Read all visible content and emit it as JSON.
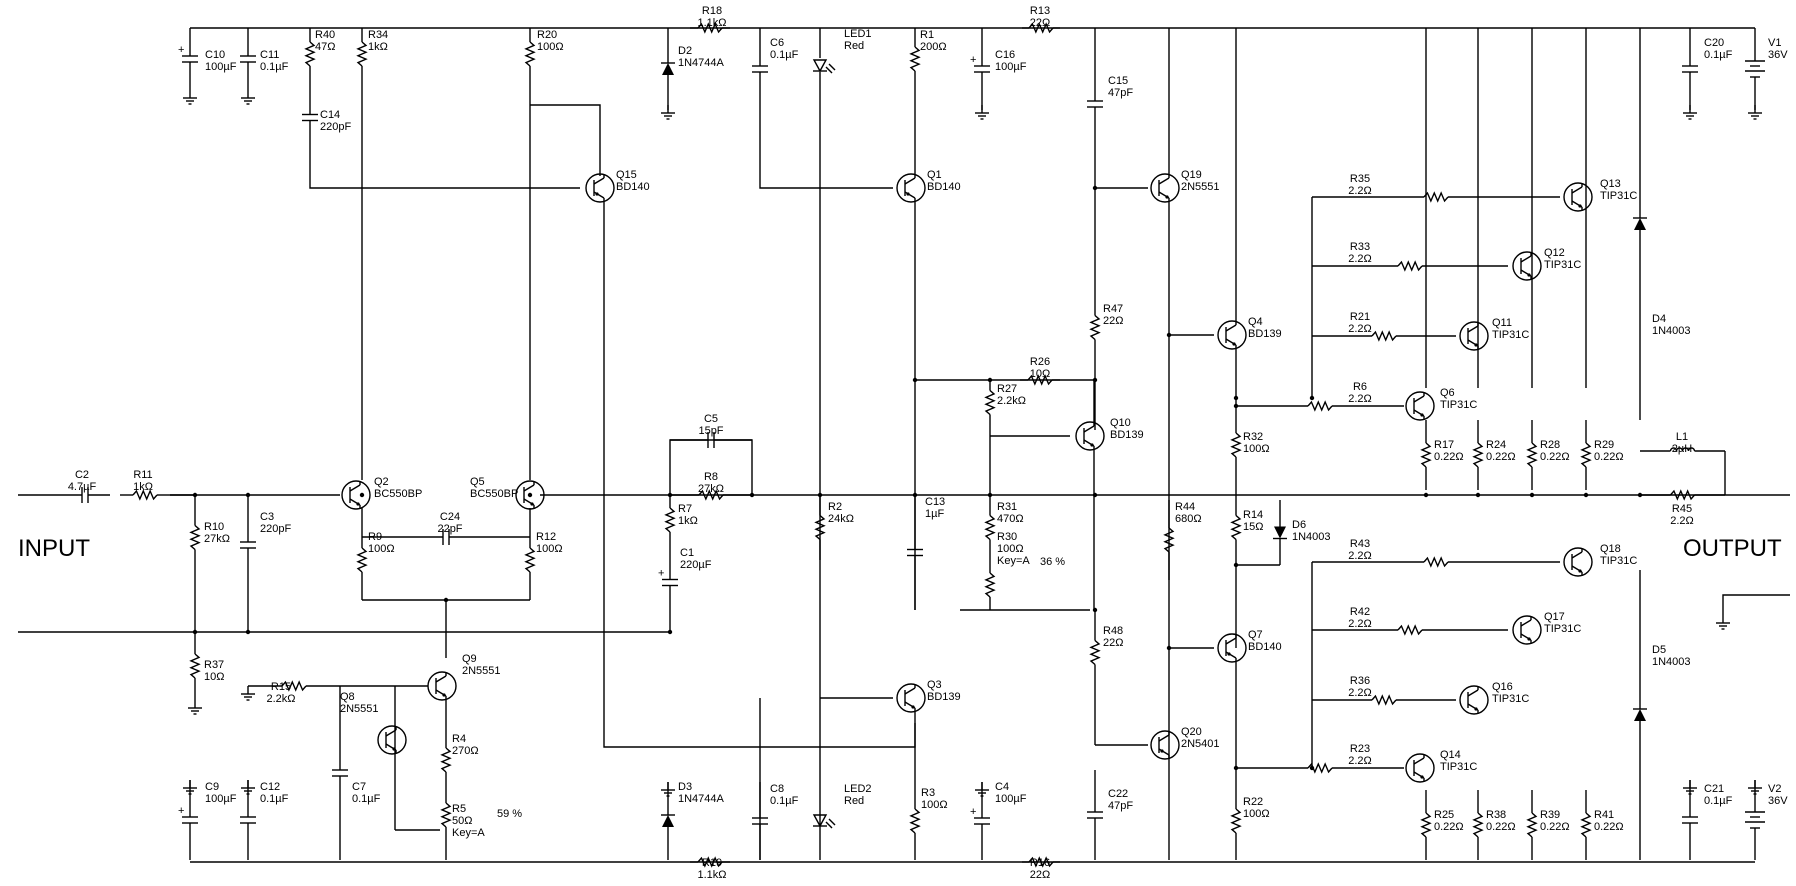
{
  "io_labels": {
    "input": "INPUT",
    "output": "OUTPUT"
  },
  "pots": {
    "r30_setting": "36 %",
    "r5_setting": "59 %"
  },
  "components": [
    {
      "ref": "C10",
      "value": "100µF"
    },
    {
      "ref": "C11",
      "value": "0.1µF"
    },
    {
      "ref": "R40",
      "value": "47Ω"
    },
    {
      "ref": "R34",
      "value": "1kΩ"
    },
    {
      "ref": "C14",
      "value": "220pF"
    },
    {
      "ref": "R20",
      "value": "100Ω"
    },
    {
      "ref": "R18",
      "value": "1.1kΩ"
    },
    {
      "ref": "D2",
      "value": "1N4744A"
    },
    {
      "ref": "C6",
      "value": "0.1µF"
    },
    {
      "ref": "LED1",
      "value": "Red"
    },
    {
      "ref": "R1",
      "value": "200Ω"
    },
    {
      "ref": "C16",
      "value": "100µF"
    },
    {
      "ref": "R13",
      "value": "22Ω"
    },
    {
      "ref": "C15",
      "value": "47pF"
    },
    {
      "ref": "C20",
      "value": "0.1µF"
    },
    {
      "ref": "V1",
      "value": "36V"
    },
    {
      "ref": "Q15",
      "value": "BD140"
    },
    {
      "ref": "Q1",
      "value": "BD140"
    },
    {
      "ref": "Q19",
      "value": "2N5551"
    },
    {
      "ref": "R35",
      "value": "2.2Ω"
    },
    {
      "ref": "Q13",
      "value": "TIP31C"
    },
    {
      "ref": "R33",
      "value": "2.2Ω"
    },
    {
      "ref": "Q12",
      "value": "TIP31C"
    },
    {
      "ref": "R47",
      "value": "22Ω"
    },
    {
      "ref": "Q4",
      "value": "BD139"
    },
    {
      "ref": "R21",
      "value": "2.2Ω"
    },
    {
      "ref": "Q11",
      "value": "TIP31C"
    },
    {
      "ref": "D4",
      "value": "1N4003"
    },
    {
      "ref": "R26",
      "value": "10Ω"
    },
    {
      "ref": "R27",
      "value": "2.2kΩ"
    },
    {
      "ref": "R6",
      "value": "2.2Ω"
    },
    {
      "ref": "Q6",
      "value": "TIP31C"
    },
    {
      "ref": "C5",
      "value": "15pF"
    },
    {
      "ref": "Q10",
      "value": "BD139"
    },
    {
      "ref": "R32",
      "value": "100Ω"
    },
    {
      "ref": "R17",
      "value": "0.22Ω"
    },
    {
      "ref": "R24",
      "value": "0.22Ω"
    },
    {
      "ref": "R28",
      "value": "0.22Ω"
    },
    {
      "ref": "R29",
      "value": "0.22Ω"
    },
    {
      "ref": "L1",
      "value": "2µH"
    },
    {
      "ref": "C2",
      "value": "4.7µF"
    },
    {
      "ref": "R11",
      "value": "1kΩ"
    },
    {
      "ref": "Q2",
      "value": "BC550BP"
    },
    {
      "ref": "Q5",
      "value": "BC550BP"
    },
    {
      "ref": "R8",
      "value": "27kΩ"
    },
    {
      "ref": "R45",
      "value": "2.2Ω"
    },
    {
      "ref": "R10",
      "value": "27kΩ"
    },
    {
      "ref": "C3",
      "value": "220pF"
    },
    {
      "ref": "R9",
      "value": "100Ω"
    },
    {
      "ref": "C24",
      "value": "22pF"
    },
    {
      "ref": "R12",
      "value": "100Ω"
    },
    {
      "ref": "R7",
      "value": "1kΩ"
    },
    {
      "ref": "R2",
      "value": "24kΩ"
    },
    {
      "ref": "C13",
      "value": "1µF"
    },
    {
      "ref": "R31",
      "value": "470Ω"
    },
    {
      "ref": "R44",
      "value": "680Ω"
    },
    {
      "ref": "R14",
      "value": "15Ω"
    },
    {
      "ref": "D6",
      "value": "1N4003"
    },
    {
      "ref": "C1",
      "value": "220µF"
    },
    {
      "ref": "R30",
      "value": "100Ω",
      "extra": "Key=A"
    },
    {
      "ref": "R43",
      "value": "2.2Ω"
    },
    {
      "ref": "Q18",
      "value": "TIP31C"
    },
    {
      "ref": "R48",
      "value": "22Ω"
    },
    {
      "ref": "R42",
      "value": "2.2Ω"
    },
    {
      "ref": "Q17",
      "value": "TIP31C"
    },
    {
      "ref": "R37",
      "value": "10Ω"
    },
    {
      "ref": "Q9",
      "value": "2N5551"
    },
    {
      "ref": "Q7",
      "value": "BD140"
    },
    {
      "ref": "D5",
      "value": "1N4003"
    },
    {
      "ref": "R15",
      "value": "2.2kΩ"
    },
    {
      "ref": "Q8",
      "value": "2N5551"
    },
    {
      "ref": "Q3",
      "value": "BD139"
    },
    {
      "ref": "R36",
      "value": "2.2Ω"
    },
    {
      "ref": "Q16",
      "value": "TIP31C"
    },
    {
      "ref": "R4",
      "value": "270Ω"
    },
    {
      "ref": "Q20",
      "value": "2N5401"
    },
    {
      "ref": "R23",
      "value": "2.2Ω"
    },
    {
      "ref": "Q14",
      "value": "TIP31C"
    },
    {
      "ref": "C9",
      "value": "100µF"
    },
    {
      "ref": "C12",
      "value": "0.1µF"
    },
    {
      "ref": "C7",
      "value": "0.1µF"
    },
    {
      "ref": "R5",
      "value": "50Ω",
      "extra": "Key=A"
    },
    {
      "ref": "D3",
      "value": "1N4744A"
    },
    {
      "ref": "C8",
      "value": "0.1µF"
    },
    {
      "ref": "LED2",
      "value": "Red"
    },
    {
      "ref": "R3",
      "value": "100Ω"
    },
    {
      "ref": "C4",
      "value": "100µF"
    },
    {
      "ref": "C22",
      "value": "47pF"
    },
    {
      "ref": "R22",
      "value": "100Ω"
    },
    {
      "ref": "R25",
      "value": "0.22Ω"
    },
    {
      "ref": "R38",
      "value": "0.22Ω"
    },
    {
      "ref": "R39",
      "value": "0.22Ω"
    },
    {
      "ref": "R41",
      "value": "0.22Ω"
    },
    {
      "ref": "C21",
      "value": "0.1µF"
    },
    {
      "ref": "V2",
      "value": "36V"
    },
    {
      "ref": "R19",
      "value": "1.1kΩ"
    },
    {
      "ref": "R16",
      "value": "22Ω"
    }
  ]
}
